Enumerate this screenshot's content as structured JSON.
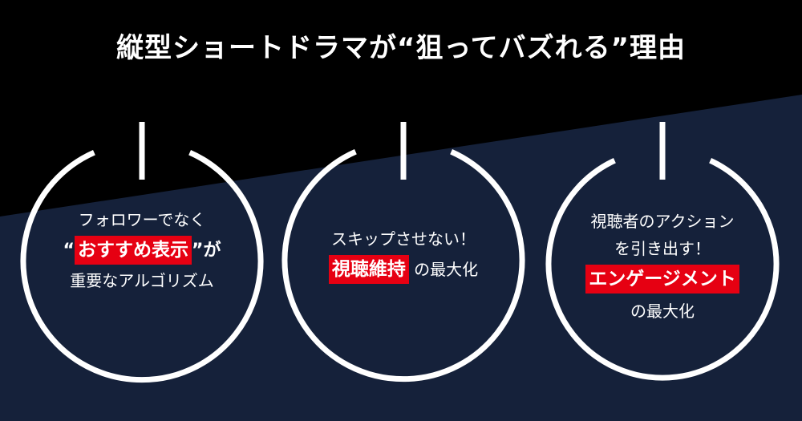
{
  "title": "縦型ショートドラマが“狙ってバズれる”理由",
  "colors": {
    "top_background": "#000000",
    "bottom_background": "#15213a",
    "highlight": "#e60012",
    "text": "#ffffff",
    "ring": "#ffffff"
  },
  "cards": [
    {
      "line1": "フォロワーでなく",
      "quote_open": "“",
      "highlight": "おすすめ表示",
      "quote_close": "”が",
      "line3": "重要なアルゴリズム"
    },
    {
      "line1": "スキップさせない！",
      "highlight": "視聴維持",
      "suffix": "の最大化"
    },
    {
      "line1": "視聴者のアクション",
      "line2": "を引き出す！",
      "highlight": "エンゲージメント",
      "line4": "の最大化"
    }
  ]
}
